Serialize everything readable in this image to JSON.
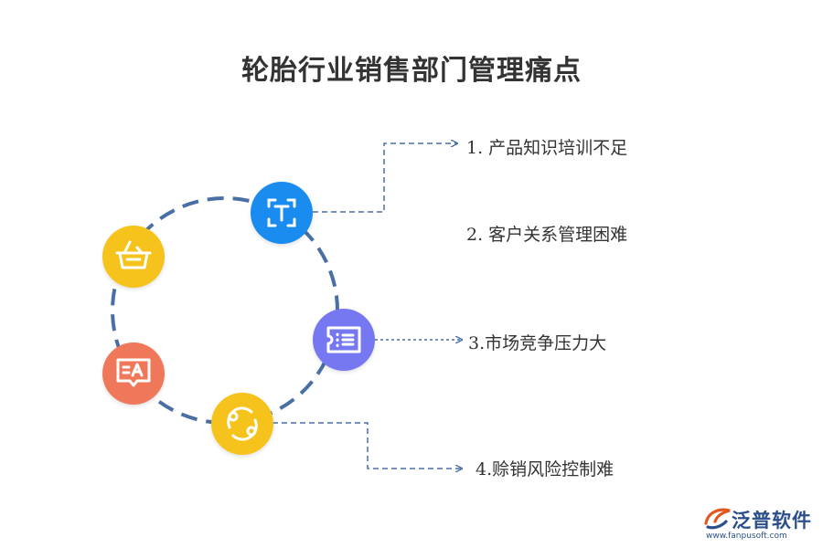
{
  "title": "轮胎行业销售部门管理痛点",
  "items": [
    {
      "label": "1.  产品知识培训不足"
    },
    {
      "label": "2.  客户关系管理困难"
    },
    {
      "label": "3.市场竞争压力大"
    },
    {
      "label": "4.赊销风险控制难"
    }
  ],
  "icons": [
    {
      "name": "text-t-icon",
      "color": "#1a8cf0"
    },
    {
      "name": "ticket-list-icon",
      "color": "#7578f0"
    },
    {
      "name": "refresh-circle-icon",
      "color": "#f5c31c"
    },
    {
      "name": "translate-chat-icon",
      "color": "#f0785a"
    },
    {
      "name": "basket-icon",
      "color": "#f5c31c"
    }
  ],
  "colors": {
    "circle_dash": "#4a6fa5",
    "arrow": "#4a6fa5"
  },
  "logo": {
    "brand": "泛普软件",
    "url": "www.fanpusoft.com"
  }
}
